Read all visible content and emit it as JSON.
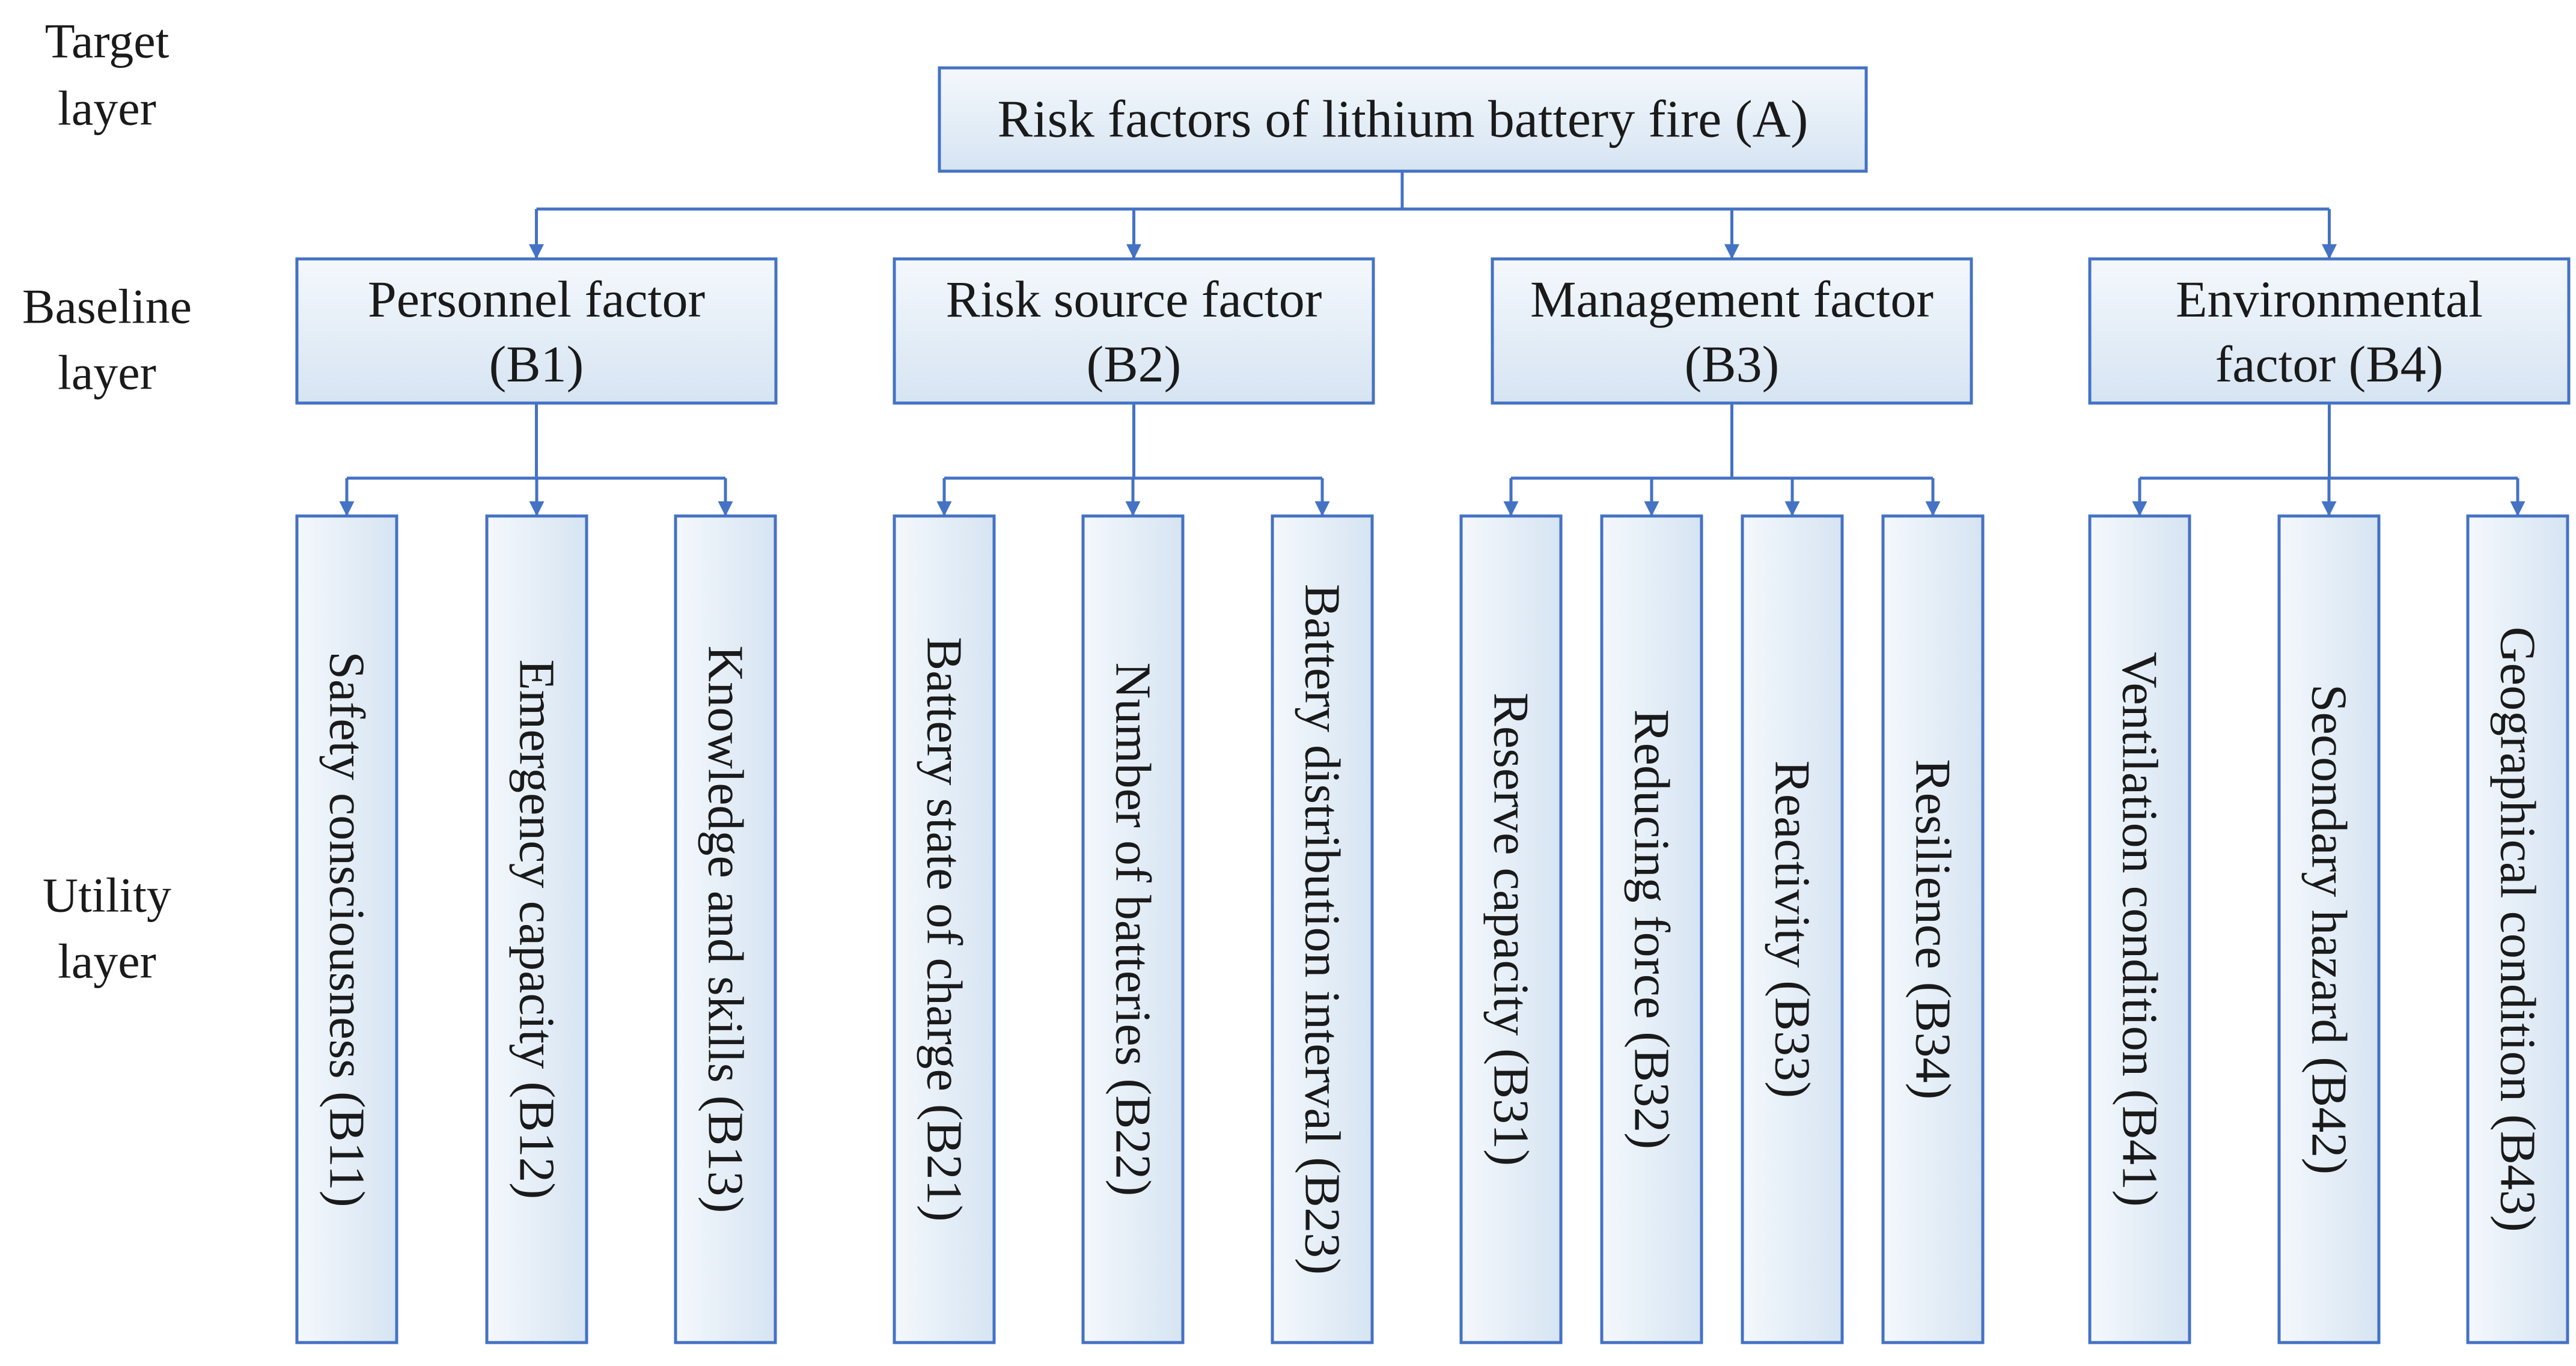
{
  "layer_labels": {
    "target": [
      "Target",
      "layer"
    ],
    "baseline": [
      "Baseline",
      "layer"
    ],
    "utility": [
      "Utility",
      "layer"
    ]
  },
  "target": {
    "label": "Risk factors of lithium battery fire (A)"
  },
  "baseline": [
    {
      "id": "B1",
      "lines": [
        "Personnel factor",
        "(B1)"
      ],
      "children": [
        "Safety consciousness (B11)",
        "Emergency capacity (B12)",
        "Knowledge and skills  (B13)"
      ]
    },
    {
      "id": "B2",
      "lines": [
        "Risk source factor",
        "(B2)"
      ],
      "children": [
        "Battery state of charge (B21)",
        "Number of batteries (B22)",
        "Battery distribution interval (B23)"
      ]
    },
    {
      "id": "B3",
      "lines": [
        "Management factor",
        "(B3)"
      ],
      "children": [
        "Reserve capacity (B31)",
        "Reducing force (B32)",
        "Reactivity (B33)",
        "Resilience (B34)"
      ]
    },
    {
      "id": "B4",
      "lines": [
        "Environmental",
        "factor (B4)"
      ],
      "children": [
        "Ventilation condition (B41)",
        "Secondary hazard (B42)",
        "Geographical condition (B43)"
      ]
    }
  ],
  "colors": {
    "box_fill_top": "#f4f8fc",
    "box_fill_bottom": "#d6e4f2",
    "box_stroke": "#4472c4",
    "connector": "#4472c4",
    "text": "#1a1a1a"
  }
}
